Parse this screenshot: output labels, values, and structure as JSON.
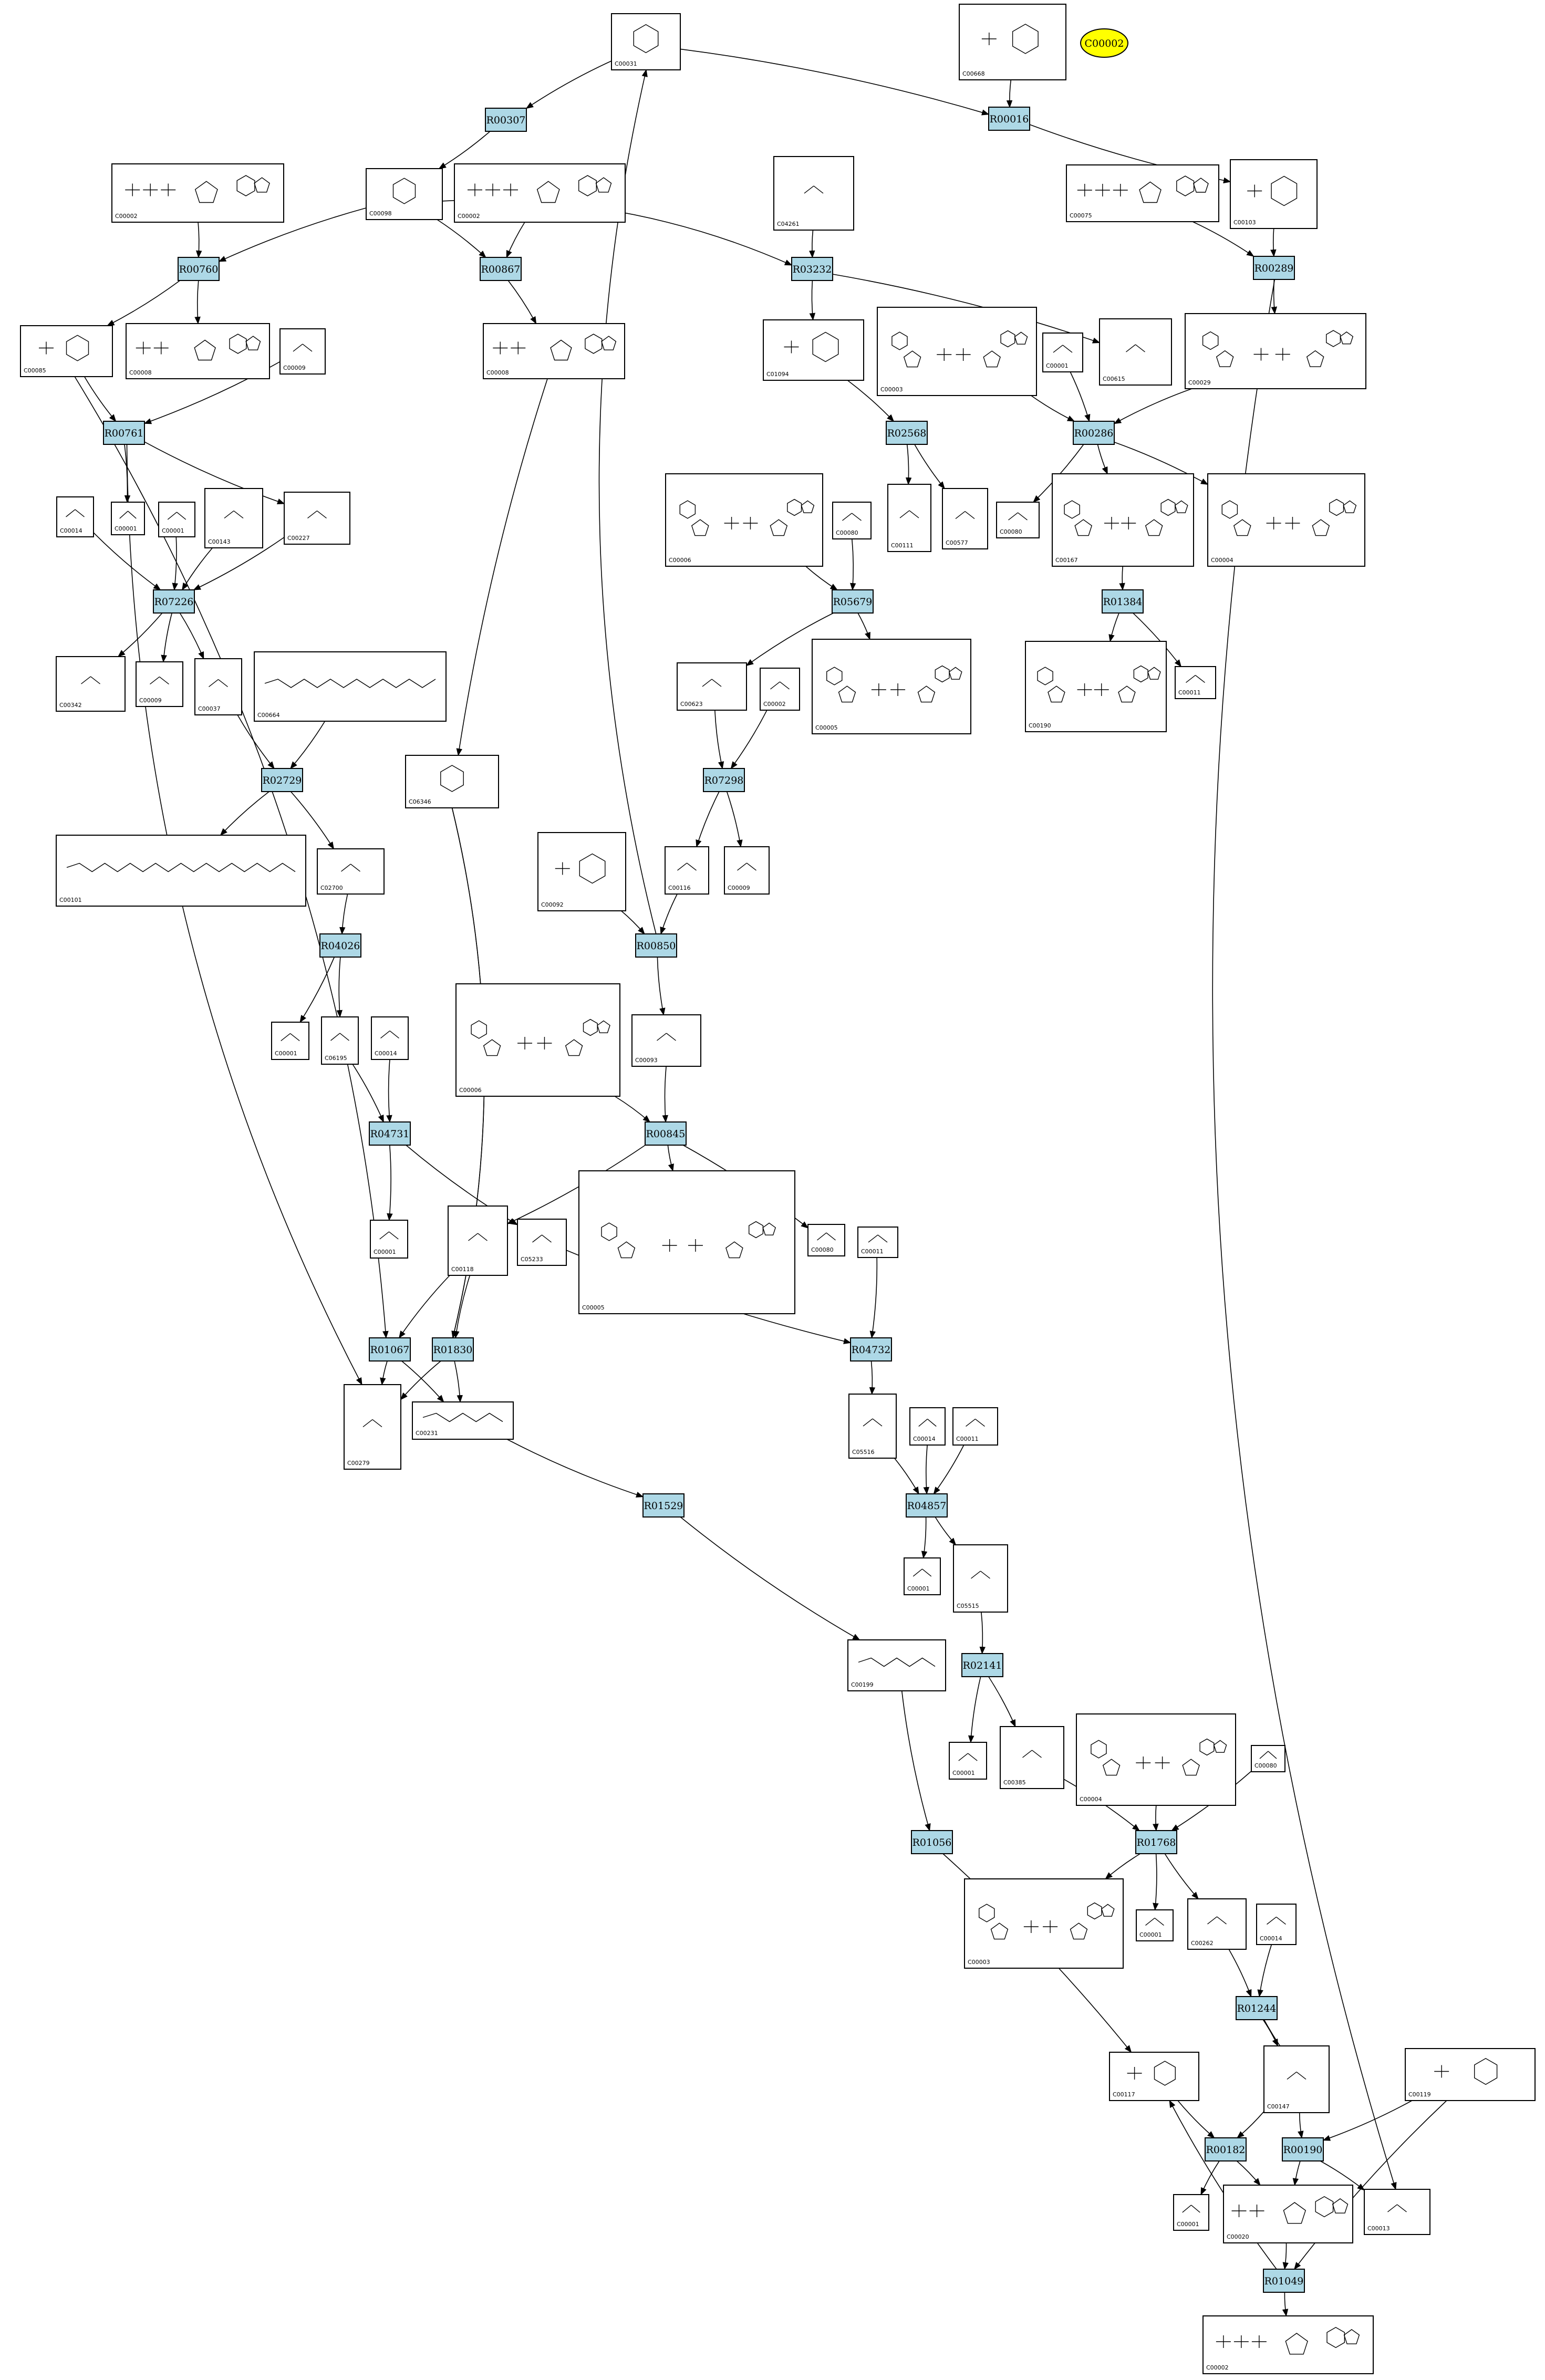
{
  "highlight": {
    "label": "C00002",
    "color": "#ffff00"
  },
  "colors": {
    "reaction_fill": "#add8e6",
    "compound_fill": "#ffffff",
    "line": "#000000"
  },
  "reactions": [
    {
      "id": "R00307"
    },
    {
      "id": "R00016"
    },
    {
      "id": "R00760"
    },
    {
      "id": "R00867"
    },
    {
      "id": "R03232"
    },
    {
      "id": "R00289"
    },
    {
      "id": "R02568"
    },
    {
      "id": "R00286"
    },
    {
      "id": "R00761"
    },
    {
      "id": "R07226"
    },
    {
      "id": "R05679"
    },
    {
      "id": "R01384"
    },
    {
      "id": "R07298"
    },
    {
      "id": "R02729"
    },
    {
      "id": "R00850"
    },
    {
      "id": "R04026"
    },
    {
      "id": "R04731"
    },
    {
      "id": "R00845"
    },
    {
      "id": "R01067"
    },
    {
      "id": "R01830"
    },
    {
      "id": "R04732"
    },
    {
      "id": "R01529"
    },
    {
      "id": "R04857"
    },
    {
      "id": "R02141"
    },
    {
      "id": "R01056"
    },
    {
      "id": "R01768"
    },
    {
      "id": "R01244"
    },
    {
      "id": "R00182"
    },
    {
      "id": "R00190"
    },
    {
      "id": "R01049"
    }
  ],
  "compounds": [
    {
      "key": "n1",
      "id": "C00031",
      "kind": "ring"
    },
    {
      "key": "n2",
      "id": "C00668",
      "kind": "ringP"
    },
    {
      "key": "n3",
      "id": "C00002",
      "kind": "nuc3"
    },
    {
      "key": "n4",
      "id": "C00098",
      "kind": "ring"
    },
    {
      "key": "n5",
      "id": "C00002",
      "kind": "nuc3"
    },
    {
      "key": "n6",
      "id": "C04261",
      "kind": "small"
    },
    {
      "key": "n7",
      "id": "C00075",
      "kind": "nuc3"
    },
    {
      "key": "n8",
      "id": "C00103",
      "kind": "ringP"
    },
    {
      "key": "n9",
      "id": "C00085",
      "kind": "ringP"
    },
    {
      "key": "n10",
      "id": "C00008",
      "kind": "nuc2"
    },
    {
      "key": "n11",
      "id": "C00009",
      "kind": "small"
    },
    {
      "key": "n12",
      "id": "C00008",
      "kind": "nuc2"
    },
    {
      "key": "n13",
      "id": "C01094",
      "kind": "ringP"
    },
    {
      "key": "n14",
      "id": "C00003",
      "kind": "dinuc"
    },
    {
      "key": "n15",
      "id": "C00001",
      "kind": "small"
    },
    {
      "key": "n16",
      "id": "C00615",
      "kind": "small"
    },
    {
      "key": "n17",
      "id": "C00029",
      "kind": "dinuc"
    },
    {
      "key": "n18",
      "id": "C00014",
      "kind": "small"
    },
    {
      "key": "n19",
      "id": "C00001",
      "kind": "small"
    },
    {
      "key": "n20",
      "id": "C00001",
      "kind": "small"
    },
    {
      "key": "n21",
      "id": "C00143",
      "kind": "small"
    },
    {
      "key": "n22",
      "id": "C00227",
      "kind": "small"
    },
    {
      "key": "n23",
      "id": "C00006",
      "kind": "dinuc"
    },
    {
      "key": "n24",
      "id": "C00080",
      "kind": "small"
    },
    {
      "key": "n25",
      "id": "C00111",
      "kind": "small"
    },
    {
      "key": "n26",
      "id": "C00577",
      "kind": "small"
    },
    {
      "key": "n27",
      "id": "C00080",
      "kind": "small"
    },
    {
      "key": "n28",
      "id": "C00167",
      "kind": "dinuc"
    },
    {
      "key": "n29",
      "id": "C00004",
      "kind": "dinuc"
    },
    {
      "key": "n30",
      "id": "C00342",
      "kind": "small"
    },
    {
      "key": "n31",
      "id": "C00009",
      "kind": "small"
    },
    {
      "key": "n32",
      "id": "C00037",
      "kind": "small"
    },
    {
      "key": "n33",
      "id": "C00664",
      "kind": "chain"
    },
    {
      "key": "n34",
      "id": "C00623",
      "kind": "small"
    },
    {
      "key": "n35",
      "id": "C00002",
      "kind": "small"
    },
    {
      "key": "n36",
      "id": "C00005",
      "kind": "dinuc"
    },
    {
      "key": "n37",
      "id": "C00190",
      "kind": "dinuc"
    },
    {
      "key": "n38",
      "id": "C00011",
      "kind": "small"
    },
    {
      "key": "n39",
      "id": "C06346",
      "kind": "ring"
    },
    {
      "key": "n40",
      "id": "C00101",
      "kind": "chain"
    },
    {
      "key": "n41",
      "id": "C02700",
      "kind": "small"
    },
    {
      "key": "n42",
      "id": "C00092",
      "kind": "ringP"
    },
    {
      "key": "n43",
      "id": "C00116",
      "kind": "small"
    },
    {
      "key": "n44",
      "id": "C00009",
      "kind": "small"
    },
    {
      "key": "n45",
      "id": "C00001",
      "kind": "small"
    },
    {
      "key": "n46",
      "id": "C06195",
      "kind": "small"
    },
    {
      "key": "n47",
      "id": "C00014",
      "kind": "small"
    },
    {
      "key": "n48",
      "id": "C00006",
      "kind": "dinuc"
    },
    {
      "key": "n49",
      "id": "C00093",
      "kind": "small"
    },
    {
      "key": "n50",
      "id": "C00005",
      "kind": "dinuc"
    },
    {
      "key": "n51",
      "id": "C00118",
      "kind": "small"
    },
    {
      "key": "n52",
      "id": "C00001",
      "kind": "small"
    },
    {
      "key": "n53",
      "id": "C05233",
      "kind": "small"
    },
    {
      "key": "n54",
      "id": "C00080",
      "kind": "small"
    },
    {
      "key": "n55",
      "id": "C00011",
      "kind": "small"
    },
    {
      "key": "n56",
      "id": "C00279",
      "kind": "small"
    },
    {
      "key": "n57",
      "id": "C00231",
      "kind": "chain"
    },
    {
      "key": "n58",
      "id": "C05516",
      "kind": "small"
    },
    {
      "key": "n59",
      "id": "C00014",
      "kind": "small"
    },
    {
      "key": "n60",
      "id": "C00011",
      "kind": "small"
    },
    {
      "key": "n61",
      "id": "C00001",
      "kind": "small"
    },
    {
      "key": "n62",
      "id": "C05515",
      "kind": "small"
    },
    {
      "key": "n63",
      "id": "C00199",
      "kind": "chain"
    },
    {
      "key": "n64",
      "id": "C00001",
      "kind": "small"
    },
    {
      "key": "n65",
      "id": "C00385",
      "kind": "small"
    },
    {
      "key": "n66",
      "id": "C00004",
      "kind": "dinuc"
    },
    {
      "key": "n67",
      "id": "C00080",
      "kind": "small"
    },
    {
      "key": "n68",
      "id": "C00003",
      "kind": "dinuc"
    },
    {
      "key": "n69",
      "id": "C00001",
      "kind": "small"
    },
    {
      "key": "n70",
      "id": "C00262",
      "kind": "small"
    },
    {
      "key": "n71",
      "id": "C00014",
      "kind": "small"
    },
    {
      "key": "n72",
      "id": "C00001",
      "kind": "small"
    },
    {
      "key": "n73",
      "id": "C00147",
      "kind": "small"
    },
    {
      "key": "n74",
      "id": "C00119",
      "kind": "ringP"
    },
    {
      "key": "n75",
      "id": "C00117",
      "kind": "ringP"
    },
    {
      "key": "n76",
      "id": "C00001",
      "kind": "small"
    },
    {
      "key": "n77",
      "id": "C00020",
      "kind": "nuc2"
    },
    {
      "key": "n78",
      "id": "C00013",
      "kind": "small"
    },
    {
      "key": "n79",
      "id": "C00002",
      "kind": "nuc3"
    }
  ]
}
